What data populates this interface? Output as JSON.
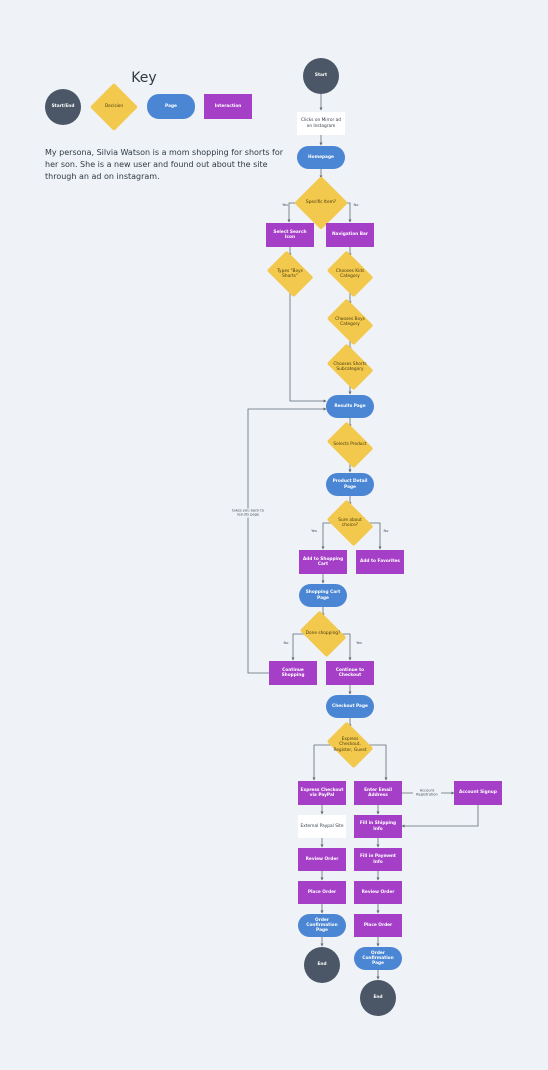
{
  "key": {
    "title": "Key",
    "items": {
      "startend": "Start/End",
      "decision": "Decision",
      "page": "Page",
      "interaction": "Interaction"
    }
  },
  "persona": "My persona, Silvia Watson is a mom shopping for shorts for her son. She is a new user and found out about the site through an ad on instagram.",
  "colors": {
    "startend": "#4b5766",
    "decision": "#f2c94c",
    "page": "#4a86d3",
    "interaction": "#a63fc8",
    "note": "#ffffff",
    "connector": "#5f6b76"
  },
  "nodes": {
    "start": "Start",
    "mirror_ad": "Clicks on Mirror ad on Instagram",
    "homepage": "Homepage",
    "specific_item": "Specific Item?",
    "select_search": "Select Search Icon",
    "nav_bar": "Navigation Bar",
    "types_boys_shorts": "Types \"Boys Shorts\"",
    "kids_category": "Chooses Kids Category",
    "boys_category": "Chooses Boys Category",
    "shorts_subcategory": "Chooses Shorts Subcategory",
    "results_page": "Results Page",
    "selects_product": "Selects Product",
    "product_detail": "Product Detail Page",
    "sure_choice": "Sure about choice?",
    "add_cart": "Add to Shopping Cart",
    "add_favorites": "Add to Favorites",
    "cart_page": "Shopping Cart Page",
    "done_shopping": "Done shopping?",
    "continue_shopping": "Continue Shopping",
    "continue_checkout": "Continue to Checkout",
    "checkout_page": "Checkout Page",
    "checkout_type": "Express Checkout, Register, Guest",
    "express_paypal": "Express Checkout via PayPal",
    "enter_email": "Enter Email Address",
    "account_signup": "Account Signup",
    "external_paypal": "External Paypal Site",
    "fill_shipping": "Fill in Shipping Info",
    "review_order_left": "Review Order",
    "fill_payment": "Fill in Payment Info",
    "place_order_left": "Place Order",
    "review_order_right": "Review Order",
    "confirmation_left": "Order Confirmation Page",
    "place_order_right": "Place Order",
    "end_left": "End",
    "confirmation_right": "Order Confirmation Page",
    "end_right": "End"
  },
  "edge_labels": {
    "specific_yes": "Yes",
    "specific_no": "No",
    "sure_yes": "Yes",
    "sure_no": "No",
    "done_no": "No",
    "done_yes": "Yes",
    "back_to_results": "takes you back to results page",
    "account_registration": "Account Registration"
  }
}
